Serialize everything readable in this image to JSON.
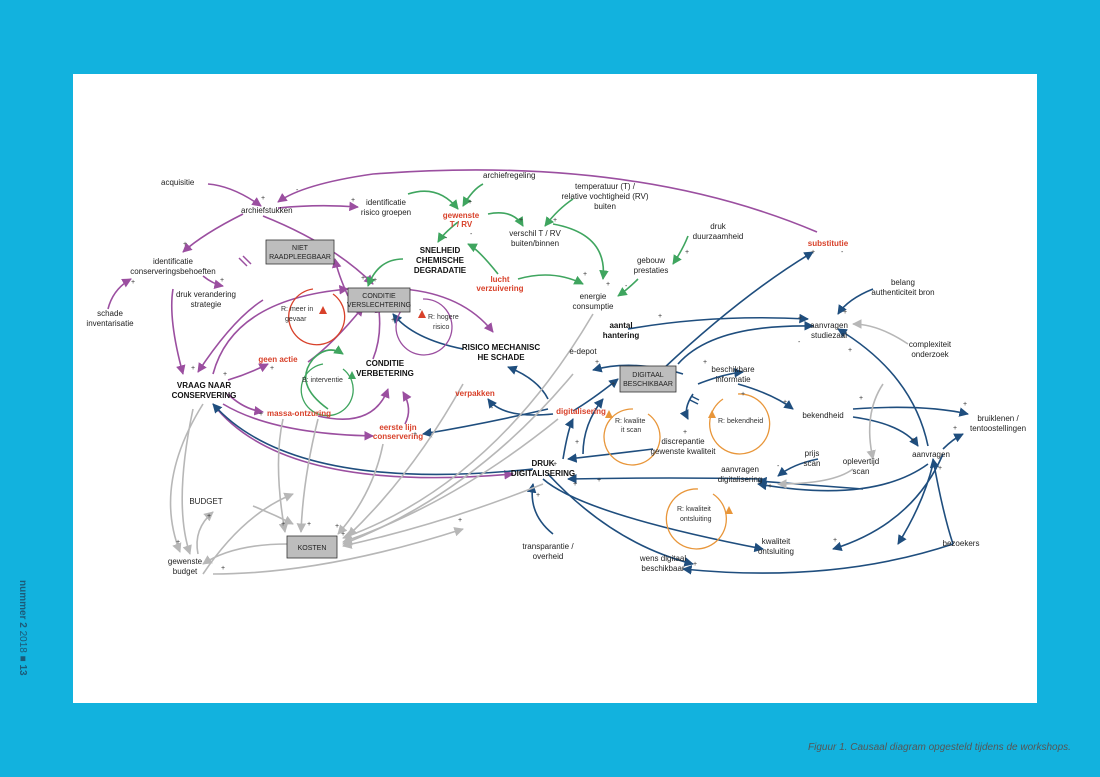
{
  "sidebar": {
    "issue": "nummer 2",
    "year": "2018",
    "page": "13"
  },
  "caption": "Figuur 1. Causaal diagram opgesteld tijdens de workshops.",
  "colors": {
    "background": "#12b2de",
    "purple": "#9b4fa0",
    "green": "#3fa55f",
    "navy": "#1f4e7e",
    "gray": "#b7b7b7",
    "red": "#d8412a",
    "orange": "#e8963a"
  },
  "nodes": {
    "acquisitie": "acquisitie",
    "archiefstukken": "archiefstukken",
    "identificatie_risico_1": "identificatie",
    "identificatie_risico_2": "risico groepen",
    "archiefregeling": "archiefregeling",
    "temperatuur_1": "temperatuur (T) /",
    "temperatuur_2": "relative vochtigheid (RV)",
    "temperatuur_3": "buiten",
    "gewenste_1": "gewenste",
    "gewenste_2": "T / RV",
    "verschil_1": "verschil T / RV",
    "verschil_2": "buiten/binnen",
    "druk_duurzaamheid_1": "druk",
    "druk_duurzaamheid_2": "duurzaamheid",
    "substitutie": "substitutie",
    "niet_raadpleegbaar_1": "NIET",
    "niet_raadpleegbaar_2": "RAADPLEEGBAAR",
    "snelheid_1": "SNELHEID",
    "snelheid_2": "CHEMISCHE",
    "snelheid_3": "DEGRADATIE",
    "identificatie_cons_1": "identificatie",
    "identificatie_cons_2": "conserveringsbehoeften",
    "gebouw_1": "gebouw",
    "gebouw_2": "prestaties",
    "lucht_1": "lucht",
    "lucht_2": "verzuivering",
    "belang_1": "belang",
    "belang_2": "authenticiteit bron",
    "druk_verandering_1": "druk verandering",
    "druk_verandering_2": "strategie",
    "conditie_vers_1": "CONDITIE",
    "conditie_vers_2": "VERSLECHTERING",
    "energie_1": "energie",
    "energie_2": "consumptie",
    "schade_1": "schade",
    "schade_2": "inventarisatie",
    "aantal_1": "aantal",
    "aantal_2": "hantering",
    "aanvragen_studiezaal_1": "aanvragen",
    "aanvragen_studiezaal_2": "studiezaal",
    "risico_1": "RISICO MECHANISC",
    "risico_2": "HE SCHADE",
    "complexiteit_1": "complexiteit",
    "complexiteit_2": "onderzoek",
    "e_depot": "e-depot",
    "geen_actie": "geen actie",
    "conditie_verb_1": "CONDITIE",
    "conditie_verb_2": "VERBETERING",
    "digitaal_1": "DIGITAAL",
    "digitaal_2": "BESCHIKBAAR",
    "beschikbare_1": "beschikbare",
    "beschikbare_2": "informatie",
    "vraag_1": "VRAAG NAAR",
    "vraag_2": "CONSERVERING",
    "verpakken": "verpakken",
    "bekendheid": "bekendheid",
    "bruiklenen_1": "bruiklenen /",
    "bruiklenen_2": "tentoostellingen",
    "massa": "massa-ontzuring",
    "digitalisering": "digitalisering",
    "eerste_1": "eerste lijn",
    "eerste_2": "conservering",
    "discrepantie_1": "discrepantie",
    "discrepantie_2": "gewenste kwaliteit",
    "aanvragen": "aanvragen",
    "prijs_1": "prijs",
    "prijs_2": "scan",
    "druk_dig_1": "DRUK",
    "druk_dig_2": "DIGITALISERING",
    "oplevertijd_1": "oplevertijd",
    "oplevertijd_2": "scan",
    "aanvragen_dig_1": "aanvragen",
    "aanvragen_dig_2": "digitalisering",
    "budget": "BUDGET",
    "kosten": "KOSTEN",
    "kwaliteit_1": "kwaliteit",
    "kwaliteit_2": "ontsluiting",
    "bezoekers": "bezoekers",
    "transparantie_1": "transparantie /",
    "transparantie_2": "overheid",
    "wens_1": "wens digitaal",
    "wens_2": "beschikbaar",
    "gewenste_budget_1": "gewenste",
    "gewenste_budget_2": "budget"
  },
  "loops": {
    "meer_1": "R: meer in",
    "meer_2": "gevaar",
    "hogere_1": "R: hogere",
    "hogere_2": "risico",
    "interventie": "B: interventie",
    "kwalite_1": "R: kwalite",
    "kwalite_2": "it scan",
    "bekendheid": "R: bekendheid",
    "kwaliteit_1": "R: kwaliteit",
    "kwaliteit_2": "ontsluiting"
  }
}
